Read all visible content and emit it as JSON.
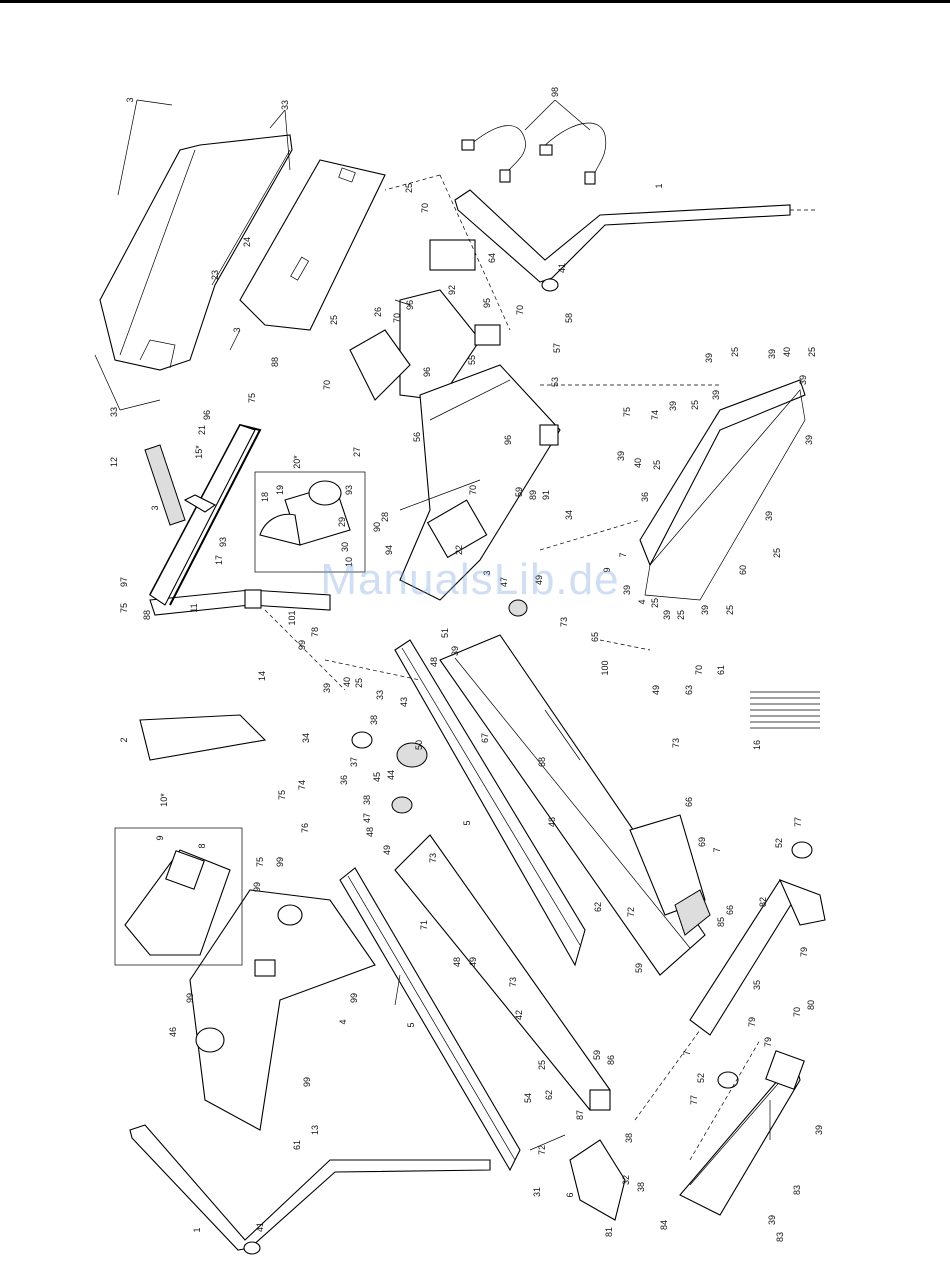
{
  "watermark": "ManualsLib.de",
  "part_labels": [
    {
      "id": "p3a",
      "text": "3"
    },
    {
      "id": "p33a",
      "text": "33"
    },
    {
      "id": "p98",
      "text": "98"
    },
    {
      "id": "p1a",
      "text": "1"
    },
    {
      "id": "p25a",
      "text": "25"
    },
    {
      "id": "p24",
      "text": "24"
    },
    {
      "id": "p23",
      "text": "23"
    },
    {
      "id": "p70a",
      "text": "70"
    },
    {
      "id": "p64",
      "text": "64"
    },
    {
      "id": "p41a",
      "text": "41"
    },
    {
      "id": "p92",
      "text": "92"
    },
    {
      "id": "p96a",
      "text": "96"
    },
    {
      "id": "p70b",
      "text": "70"
    },
    {
      "id": "p26",
      "text": "26"
    },
    {
      "id": "p95",
      "text": "95"
    },
    {
      "id": "p70c",
      "text": "70"
    },
    {
      "id": "p58",
      "text": "58"
    },
    {
      "id": "p55",
      "text": "55"
    },
    {
      "id": "p57",
      "text": "57"
    },
    {
      "id": "p25b",
      "text": "25"
    },
    {
      "id": "p3b",
      "text": "3"
    },
    {
      "id": "p33b",
      "text": "33"
    },
    {
      "id": "p70d",
      "text": "70"
    },
    {
      "id": "p96b",
      "text": "96"
    },
    {
      "id": "p88a",
      "text": "88"
    },
    {
      "id": "p75a",
      "text": "75"
    },
    {
      "id": "p53",
      "text": "53"
    },
    {
      "id": "p56",
      "text": "56"
    },
    {
      "id": "p39a",
      "text": "39"
    },
    {
      "id": "p25c",
      "text": "25"
    },
    {
      "id": "p39b",
      "text": "39"
    },
    {
      "id": "p40a",
      "text": "40"
    },
    {
      "id": "p25d",
      "text": "25"
    },
    {
      "id": "p39c",
      "text": "39"
    },
    {
      "id": "p12",
      "text": "12"
    },
    {
      "id": "p96c",
      "text": "96"
    },
    {
      "id": "p21",
      "text": "21"
    },
    {
      "id": "p15",
      "text": "15*"
    },
    {
      "id": "p20",
      "text": "20*"
    },
    {
      "id": "p27",
      "text": "27"
    },
    {
      "id": "p75b",
      "text": "75"
    },
    {
      "id": "p74a",
      "text": "74"
    },
    {
      "id": "p39d",
      "text": "39"
    },
    {
      "id": "p25e",
      "text": "25"
    },
    {
      "id": "p39e",
      "text": "39"
    },
    {
      "id": "p39f",
      "text": "39"
    },
    {
      "id": "p70e",
      "text": "70"
    },
    {
      "id": "p96d",
      "text": "96"
    },
    {
      "id": "p39g",
      "text": "39"
    },
    {
      "id": "p40b",
      "text": "40"
    },
    {
      "id": "p25f",
      "text": "25"
    },
    {
      "id": "p59a",
      "text": "59"
    },
    {
      "id": "p89",
      "text": "89"
    },
    {
      "id": "p91",
      "text": "91"
    },
    {
      "id": "p36a",
      "text": "36"
    },
    {
      "id": "p18",
      "text": "18"
    },
    {
      "id": "p19",
      "text": "19"
    },
    {
      "id": "p93a",
      "text": "93"
    },
    {
      "id": "p3c",
      "text": "3"
    },
    {
      "id": "p29",
      "text": "29"
    },
    {
      "id": "p28",
      "text": "28"
    },
    {
      "id": "p90",
      "text": "90"
    },
    {
      "id": "p34a",
      "text": "34"
    },
    {
      "id": "p39h",
      "text": "39"
    },
    {
      "id": "p25g",
      "text": "25"
    },
    {
      "id": "p17",
      "text": "17"
    },
    {
      "id": "p93b",
      "text": "93"
    },
    {
      "id": "p30",
      "text": "30"
    },
    {
      "id": "p10a",
      "text": "10"
    },
    {
      "id": "p94",
      "text": "94"
    },
    {
      "id": "p22",
      "text": "22"
    },
    {
      "id": "p9a",
      "text": "9"
    },
    {
      "id": "p7a",
      "text": "7"
    },
    {
      "id": "p60",
      "text": "60"
    },
    {
      "id": "p97",
      "text": "97"
    },
    {
      "id": "p3d",
      "text": "3"
    },
    {
      "id": "p47a",
      "text": "47"
    },
    {
      "id": "p49a",
      "text": "49"
    },
    {
      "id": "p39i",
      "text": "39"
    },
    {
      "id": "p4a",
      "text": "4"
    },
    {
      "id": "p25h",
      "text": "25"
    },
    {
      "id": "p39j",
      "text": "39"
    },
    {
      "id": "p25i",
      "text": "25"
    },
    {
      "id": "p39k",
      "text": "39"
    },
    {
      "id": "p25j",
      "text": "25"
    },
    {
      "id": "p75c",
      "text": "75"
    },
    {
      "id": "p88b",
      "text": "88"
    },
    {
      "id": "p11",
      "text": "11"
    },
    {
      "id": "p101",
      "text": "101"
    },
    {
      "id": "p51",
      "text": "51"
    },
    {
      "id": "p39l",
      "text": "39"
    },
    {
      "id": "p73a",
      "text": "73"
    },
    {
      "id": "p65",
      "text": "65"
    },
    {
      "id": "p14",
      "text": "14"
    },
    {
      "id": "p78",
      "text": "78"
    },
    {
      "id": "p99a",
      "text": "99"
    },
    {
      "id": "p39m",
      "text": "39"
    },
    {
      "id": "p40c",
      "text": "40"
    },
    {
      "id": "p25k",
      "text": "25"
    },
    {
      "id": "p48a",
      "text": "48"
    },
    {
      "id": "p100",
      "text": "100"
    },
    {
      "id": "p49b",
      "text": "49"
    },
    {
      "id": "p70f",
      "text": "70"
    },
    {
      "id": "p61a",
      "text": "61"
    },
    {
      "id": "p63",
      "text": "63"
    },
    {
      "id": "p33c",
      "text": "33"
    },
    {
      "id": "p43",
      "text": "43"
    },
    {
      "id": "p38a",
      "text": "38"
    },
    {
      "id": "p34b",
      "text": "34"
    },
    {
      "id": "p67",
      "text": "67"
    },
    {
      "id": "p2",
      "text": "2"
    },
    {
      "id": "p37",
      "text": "37"
    },
    {
      "id": "p50",
      "text": "50"
    },
    {
      "id": "p73b",
      "text": "73"
    },
    {
      "id": "p16",
      "text": "16"
    },
    {
      "id": "p68",
      "text": "68"
    },
    {
      "id": "p36b",
      "text": "36"
    },
    {
      "id": "p74b",
      "text": "74"
    },
    {
      "id": "p75d",
      "text": "75"
    },
    {
      "id": "p45",
      "text": "45"
    },
    {
      "id": "p44",
      "text": "44"
    },
    {
      "id": "p38b",
      "text": "38"
    },
    {
      "id": "p47b",
      "text": "47"
    },
    {
      "id": "p48b",
      "text": "48"
    },
    {
      "id": "p5a",
      "text": "5"
    },
    {
      "id": "p48c",
      "text": "48"
    },
    {
      "id": "p66a",
      "text": "66"
    },
    {
      "id": "p10b",
      "text": "10*"
    },
    {
      "id": "p9b",
      "text": "9"
    },
    {
      "id": "p8",
      "text": "8"
    },
    {
      "id": "p76",
      "text": "76"
    },
    {
      "id": "p99b",
      "text": "99"
    },
    {
      "id": "p75e",
      "text": "75"
    },
    {
      "id": "p49c",
      "text": "49"
    },
    {
      "id": "p73c",
      "text": "73"
    },
    {
      "id": "p69",
      "text": "69"
    },
    {
      "id": "p7b",
      "text": "7"
    },
    {
      "id": "p77a",
      "text": "77"
    },
    {
      "id": "p52a",
      "text": "52"
    },
    {
      "id": "p99c",
      "text": "99"
    },
    {
      "id": "p71",
      "text": "71"
    },
    {
      "id": "p82",
      "text": "82"
    },
    {
      "id": "p66b",
      "text": "66"
    },
    {
      "id": "p62a",
      "text": "62"
    },
    {
      "id": "p72a",
      "text": "72"
    },
    {
      "id": "p85",
      "text": "85"
    },
    {
      "id": "p79a",
      "text": "79"
    },
    {
      "id": "p99d",
      "text": "99"
    },
    {
      "id": "p48d",
      "text": "48"
    },
    {
      "id": "p49d",
      "text": "49"
    },
    {
      "id": "p73d",
      "text": "73"
    },
    {
      "id": "p59b",
      "text": "59"
    },
    {
      "id": "p99e",
      "text": "99"
    },
    {
      "id": "p46",
      "text": "46"
    },
    {
      "id": "p4b",
      "text": "4"
    },
    {
      "id": "p5b",
      "text": "5"
    },
    {
      "id": "p42",
      "text": "42"
    },
    {
      "id": "p35",
      "text": "35"
    },
    {
      "id": "p80",
      "text": "80"
    },
    {
      "id": "p70g",
      "text": "70"
    },
    {
      "id": "p79b",
      "text": "79"
    },
    {
      "id": "p7c",
      "text": "7"
    },
    {
      "id": "p79c",
      "text": "79"
    },
    {
      "id": "p99f",
      "text": "99"
    },
    {
      "id": "p25l",
      "text": "25"
    },
    {
      "id": "p59c",
      "text": "59"
    },
    {
      "id": "p86",
      "text": "86"
    },
    {
      "id": "p52b",
      "text": "52"
    },
    {
      "id": "p62b",
      "text": "62"
    },
    {
      "id": "p54",
      "text": "54"
    },
    {
      "id": "p77b",
      "text": "77"
    },
    {
      "id": "p61b",
      "text": "61"
    },
    {
      "id": "p13",
      "text": "13"
    },
    {
      "id": "p87",
      "text": "87"
    },
    {
      "id": "p72b",
      "text": "72"
    },
    {
      "id": "p38c",
      "text": "38"
    },
    {
      "id": "p39n",
      "text": "39"
    },
    {
      "id": "p31",
      "text": "31"
    },
    {
      "id": "p6",
      "text": "6"
    },
    {
      "id": "p32",
      "text": "32"
    },
    {
      "id": "p38d",
      "text": "38"
    },
    {
      "id": "p1b",
      "text": "1"
    },
    {
      "id": "p41b",
      "text": "41"
    },
    {
      "id": "p81",
      "text": "81"
    },
    {
      "id": "p39o",
      "text": "39"
    },
    {
      "id": "p83a",
      "text": "83"
    },
    {
      "id": "p84",
      "text": "84"
    },
    {
      "id": "p83b",
      "text": "83"
    }
  ]
}
